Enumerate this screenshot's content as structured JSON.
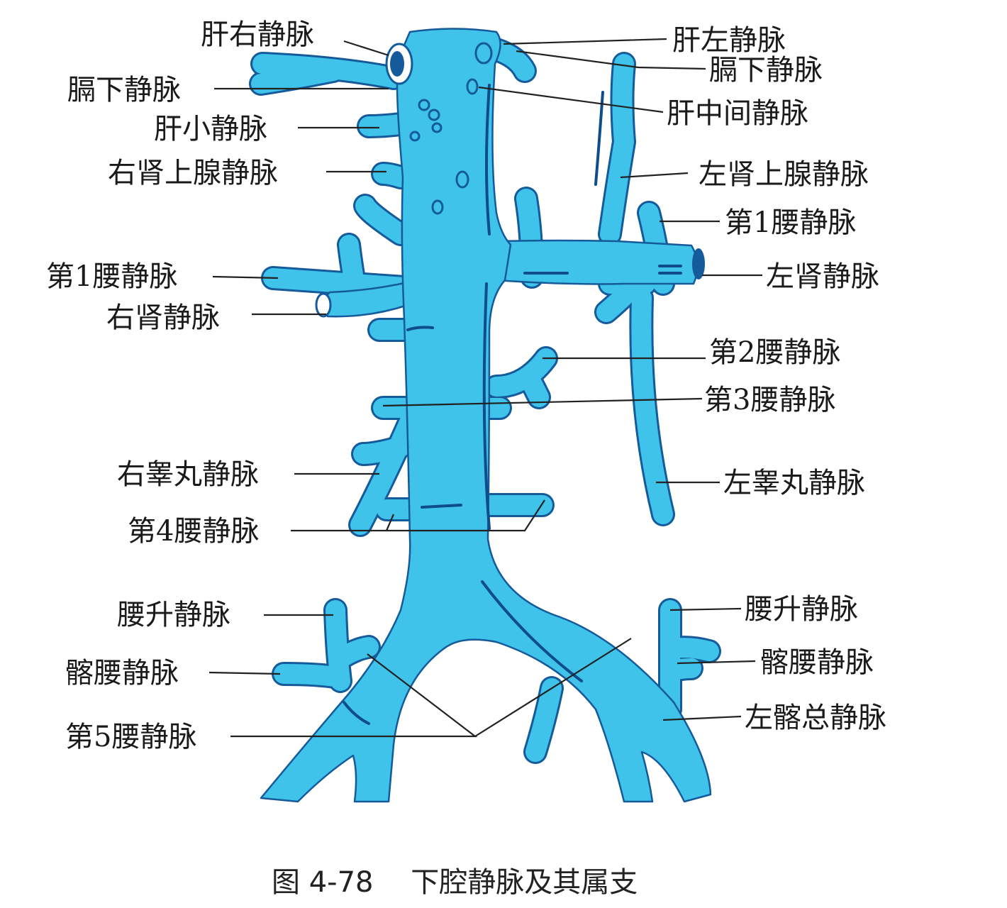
{
  "colors": {
    "vein_fill": "#3fc3ea",
    "vein_edge": "#155a9a",
    "label_text": "#1a1a1a"
  },
  "labels": {
    "gan_you": "肝右静脉",
    "ge_xia_r": "膈下静脉",
    "gan_xiao": "肝小静脉",
    "you_shen_shang_xian": "右肾上腺静脉",
    "yao1_r": "第1腰静脉",
    "you_shen": "右肾静脉",
    "you_gao_wan": "右睾丸静脉",
    "yao4": "第4腰静脉",
    "yao_sheng_r": "腰升静脉",
    "qia_yao_r": "髂腰静脉",
    "yao5": "第5腰静脉",
    "gan_zuo": "肝左静脉",
    "ge_xia_l": "膈下静脉",
    "gan_zhong_jian": "肝中间静脉",
    "zuo_shen_shang_xian": "左肾上腺静脉",
    "yao1_l": "第1腰静脉",
    "zuo_shen": "左肾静脉",
    "yao2": "第2腰静脉",
    "yao3": "第3腰静脉",
    "zuo_gao_wan": "左睾丸静脉",
    "yao_sheng_l": "腰升静脉",
    "qia_yao_l": "髂腰静脉",
    "zuo_qia_zong": "左髂总静脉"
  },
  "caption": "图 4-78　 下腔静脉及其属支"
}
